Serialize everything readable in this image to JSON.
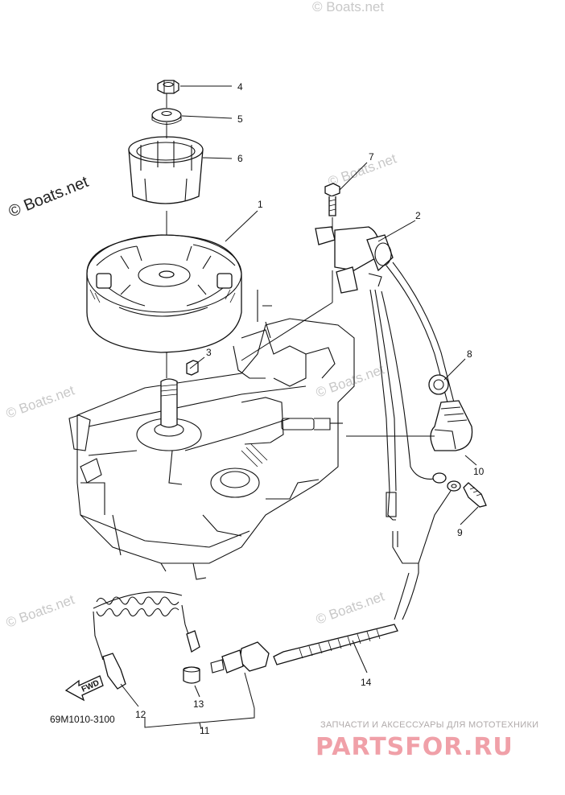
{
  "diagram": {
    "callouts": [
      {
        "id": "4",
        "label": "4"
      },
      {
        "id": "5",
        "label": "5"
      },
      {
        "id": "6",
        "label": "6"
      },
      {
        "id": "1",
        "label": "1"
      },
      {
        "id": "7",
        "label": "7"
      },
      {
        "id": "2",
        "label": "2"
      },
      {
        "id": "3",
        "label": "3"
      },
      {
        "id": "8",
        "label": "8"
      },
      {
        "id": "10",
        "label": "10"
      },
      {
        "id": "9",
        "label": "9"
      },
      {
        "id": "14",
        "label": "14"
      },
      {
        "id": "12",
        "label": "12"
      },
      {
        "id": "13",
        "label": "13"
      },
      {
        "id": "11",
        "label": "11"
      }
    ],
    "diagram_code": "69M1010-3100",
    "fwd_label": "FWD"
  },
  "watermarks": {
    "main": "© Boats.net",
    "faint": "© Boats.net"
  },
  "footer": {
    "shop_text": "ЗАПЧАСТИ И АКСЕССУАРЫ ДЛЯ МОТОТЕХНИКИ",
    "brand": "PARTSFOR.RU"
  }
}
